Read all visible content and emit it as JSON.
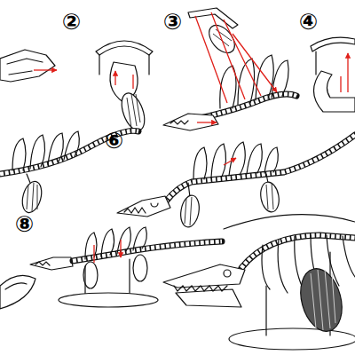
{
  "diagram": {
    "labels": [
      "②",
      "③",
      "④",
      "⑥",
      "⑧"
    ]
  }
}
